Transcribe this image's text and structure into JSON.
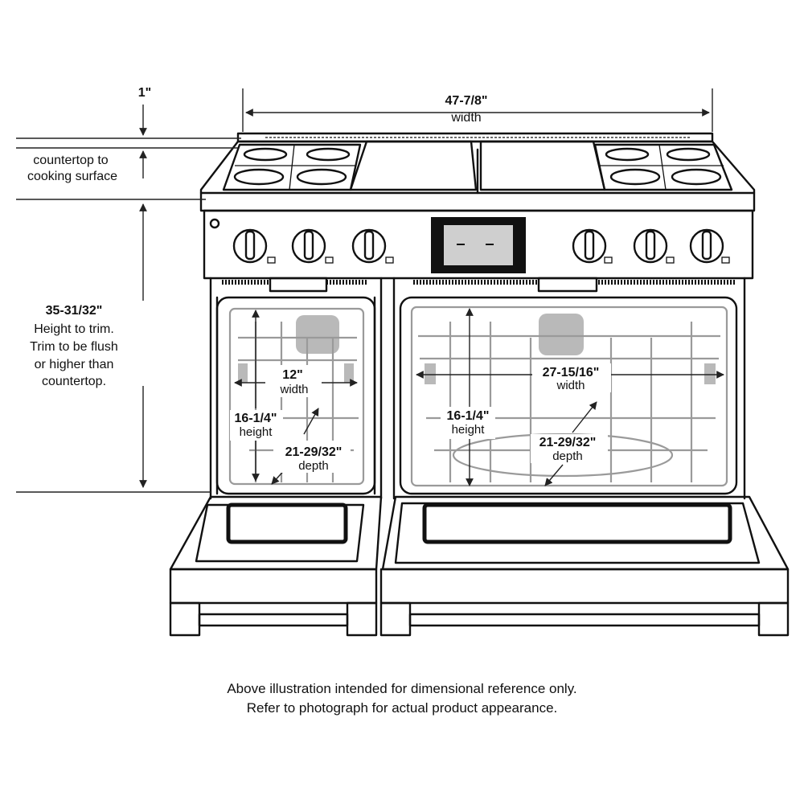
{
  "dimensions": {
    "top_gap": "1\"",
    "overall_width": {
      "value": "47-7/8\"",
      "label": "width"
    },
    "countertop_to_cooking": {
      "line1": "countertop to",
      "line2": "cooking surface"
    },
    "height_to_trim": {
      "value": "35-31/32\"",
      "lines": [
        "Height to trim.",
        "Trim to be flush",
        "or higher than",
        "countertop."
      ]
    },
    "small_oven": {
      "width": {
        "value": "12\"",
        "label": "width"
      },
      "height": {
        "value": "16-1/4\"",
        "label": "height"
      },
      "depth": {
        "value": "21-29/32\"",
        "label": "depth"
      }
    },
    "large_oven": {
      "width": {
        "value": "27-15/16\"",
        "label": "width"
      },
      "height": {
        "value": "16-1/4\"",
        "label": "height"
      },
      "depth": {
        "value": "21-29/32\"",
        "label": "depth"
      }
    }
  },
  "footnote": {
    "line1": "Above illustration intended for dimensional reference only.",
    "line2": "Refer to photograph for actual product appearance."
  }
}
